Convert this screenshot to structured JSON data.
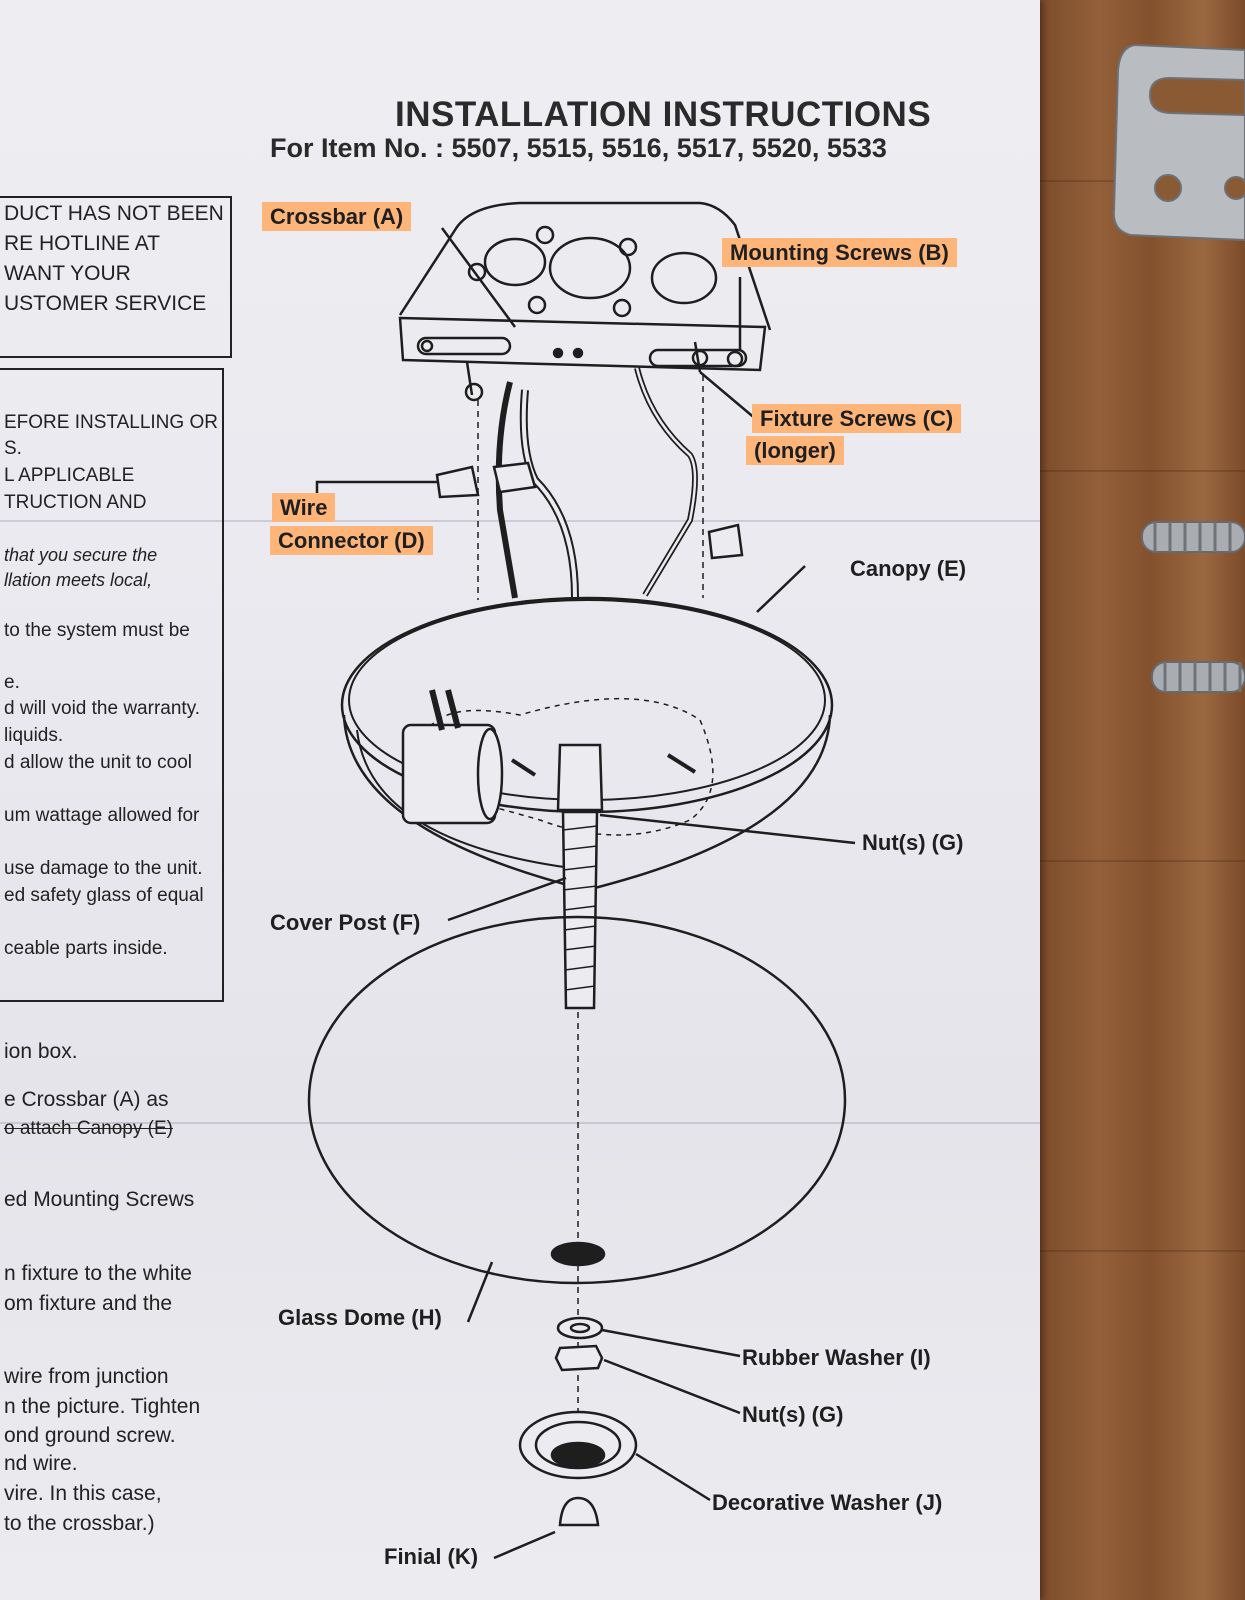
{
  "header": {
    "title": "INSTALLATION INSTRUCTIONS",
    "subtitle": "For Item No. : 5507, 5515, 5516, 5517, 5520, 5533"
  },
  "labels": {
    "crossbar": "Crossbar (A)",
    "mounting_screws": "Mounting Screws (B)",
    "fixture_screws": "Fixture Screws (C)",
    "fixture_screws_note": "(longer)",
    "wire_connector_1": "Wire",
    "wire_connector_2": "Connector (D)",
    "canopy": "Canopy (E)",
    "nuts_upper": "Nut(s) (G)",
    "cover_post": "Cover Post (F)",
    "glass_dome": "Glass Dome (H)",
    "rubber_washer": "Rubber Washer (I)",
    "nuts_lower": "Nut(s) (G)",
    "decorative_washer": "Decorative Washer (J)",
    "finial": "Finial (K)"
  },
  "left_column": {
    "box1": [
      "DUCT HAS NOT BEEN",
      "RE HOTLINE AT",
      "WANT YOUR",
      "USTOMER SERVICE"
    ],
    "box2": [
      "EFORE INSTALLING OR",
      "S.",
      "L APPLICABLE",
      "TRUCTION AND",
      "that you secure the",
      "llation meets local,",
      "to the system must be",
      "e.",
      "d will void the warranty.",
      "liquids.",
      "d allow the unit to cool",
      "um wattage allowed for",
      "use damage to the unit.",
      "ed safety glass of equal",
      "ceable parts inside."
    ],
    "steps": [
      "ion box.",
      "e Crossbar (A) as",
      "o attach Canopy (E)",
      "ed Mounting Screws",
      "n fixture to the white",
      "om fixture and the",
      "wire from junction",
      "n the picture.  Tighten",
      "ond ground screw.",
      "nd wire.",
      "vire. In this case,",
      "to the crossbar.)"
    ]
  }
}
